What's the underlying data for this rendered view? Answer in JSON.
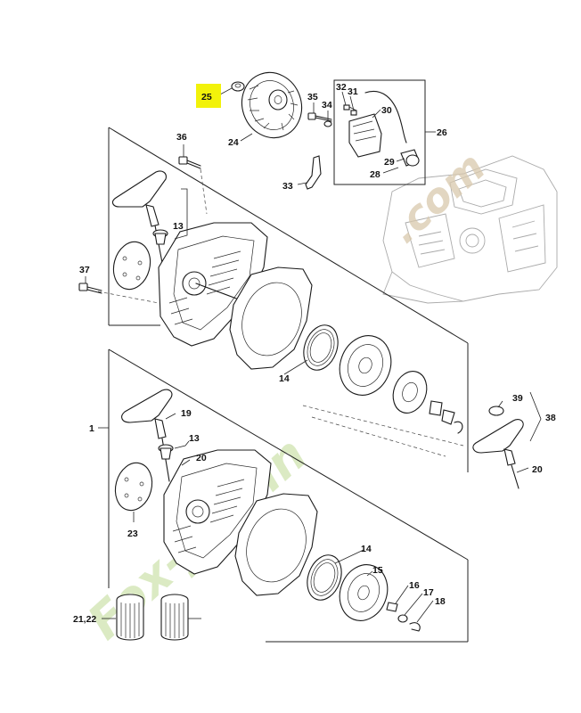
{
  "diagram": {
    "highlight_color": "#f2f20a",
    "watermark": {
      "text": "Fox-Jardin",
      "suffix": ".com",
      "colors": [
        "#b9d98a",
        "#c8b48d"
      ]
    },
    "callouts": {
      "c25": "25",
      "c24": "24",
      "c35": "35",
      "c34": "34",
      "c32": "32",
      "c31": "31",
      "c30": "30",
      "c26": "26",
      "c29": "29",
      "c28": "28",
      "c33": "33",
      "c36": "36",
      "c13a": "13",
      "c37": "37",
      "c14a": "14",
      "c1": "1",
      "c19": "19",
      "c13b": "13",
      "c20a": "20",
      "c23": "23",
      "c14b": "14",
      "c15": "15",
      "c16": "16",
      "c17": "17",
      "c18": "18",
      "c2122": "21,22",
      "c39": "39",
      "c38": "38",
      "c20b": "20"
    }
  }
}
